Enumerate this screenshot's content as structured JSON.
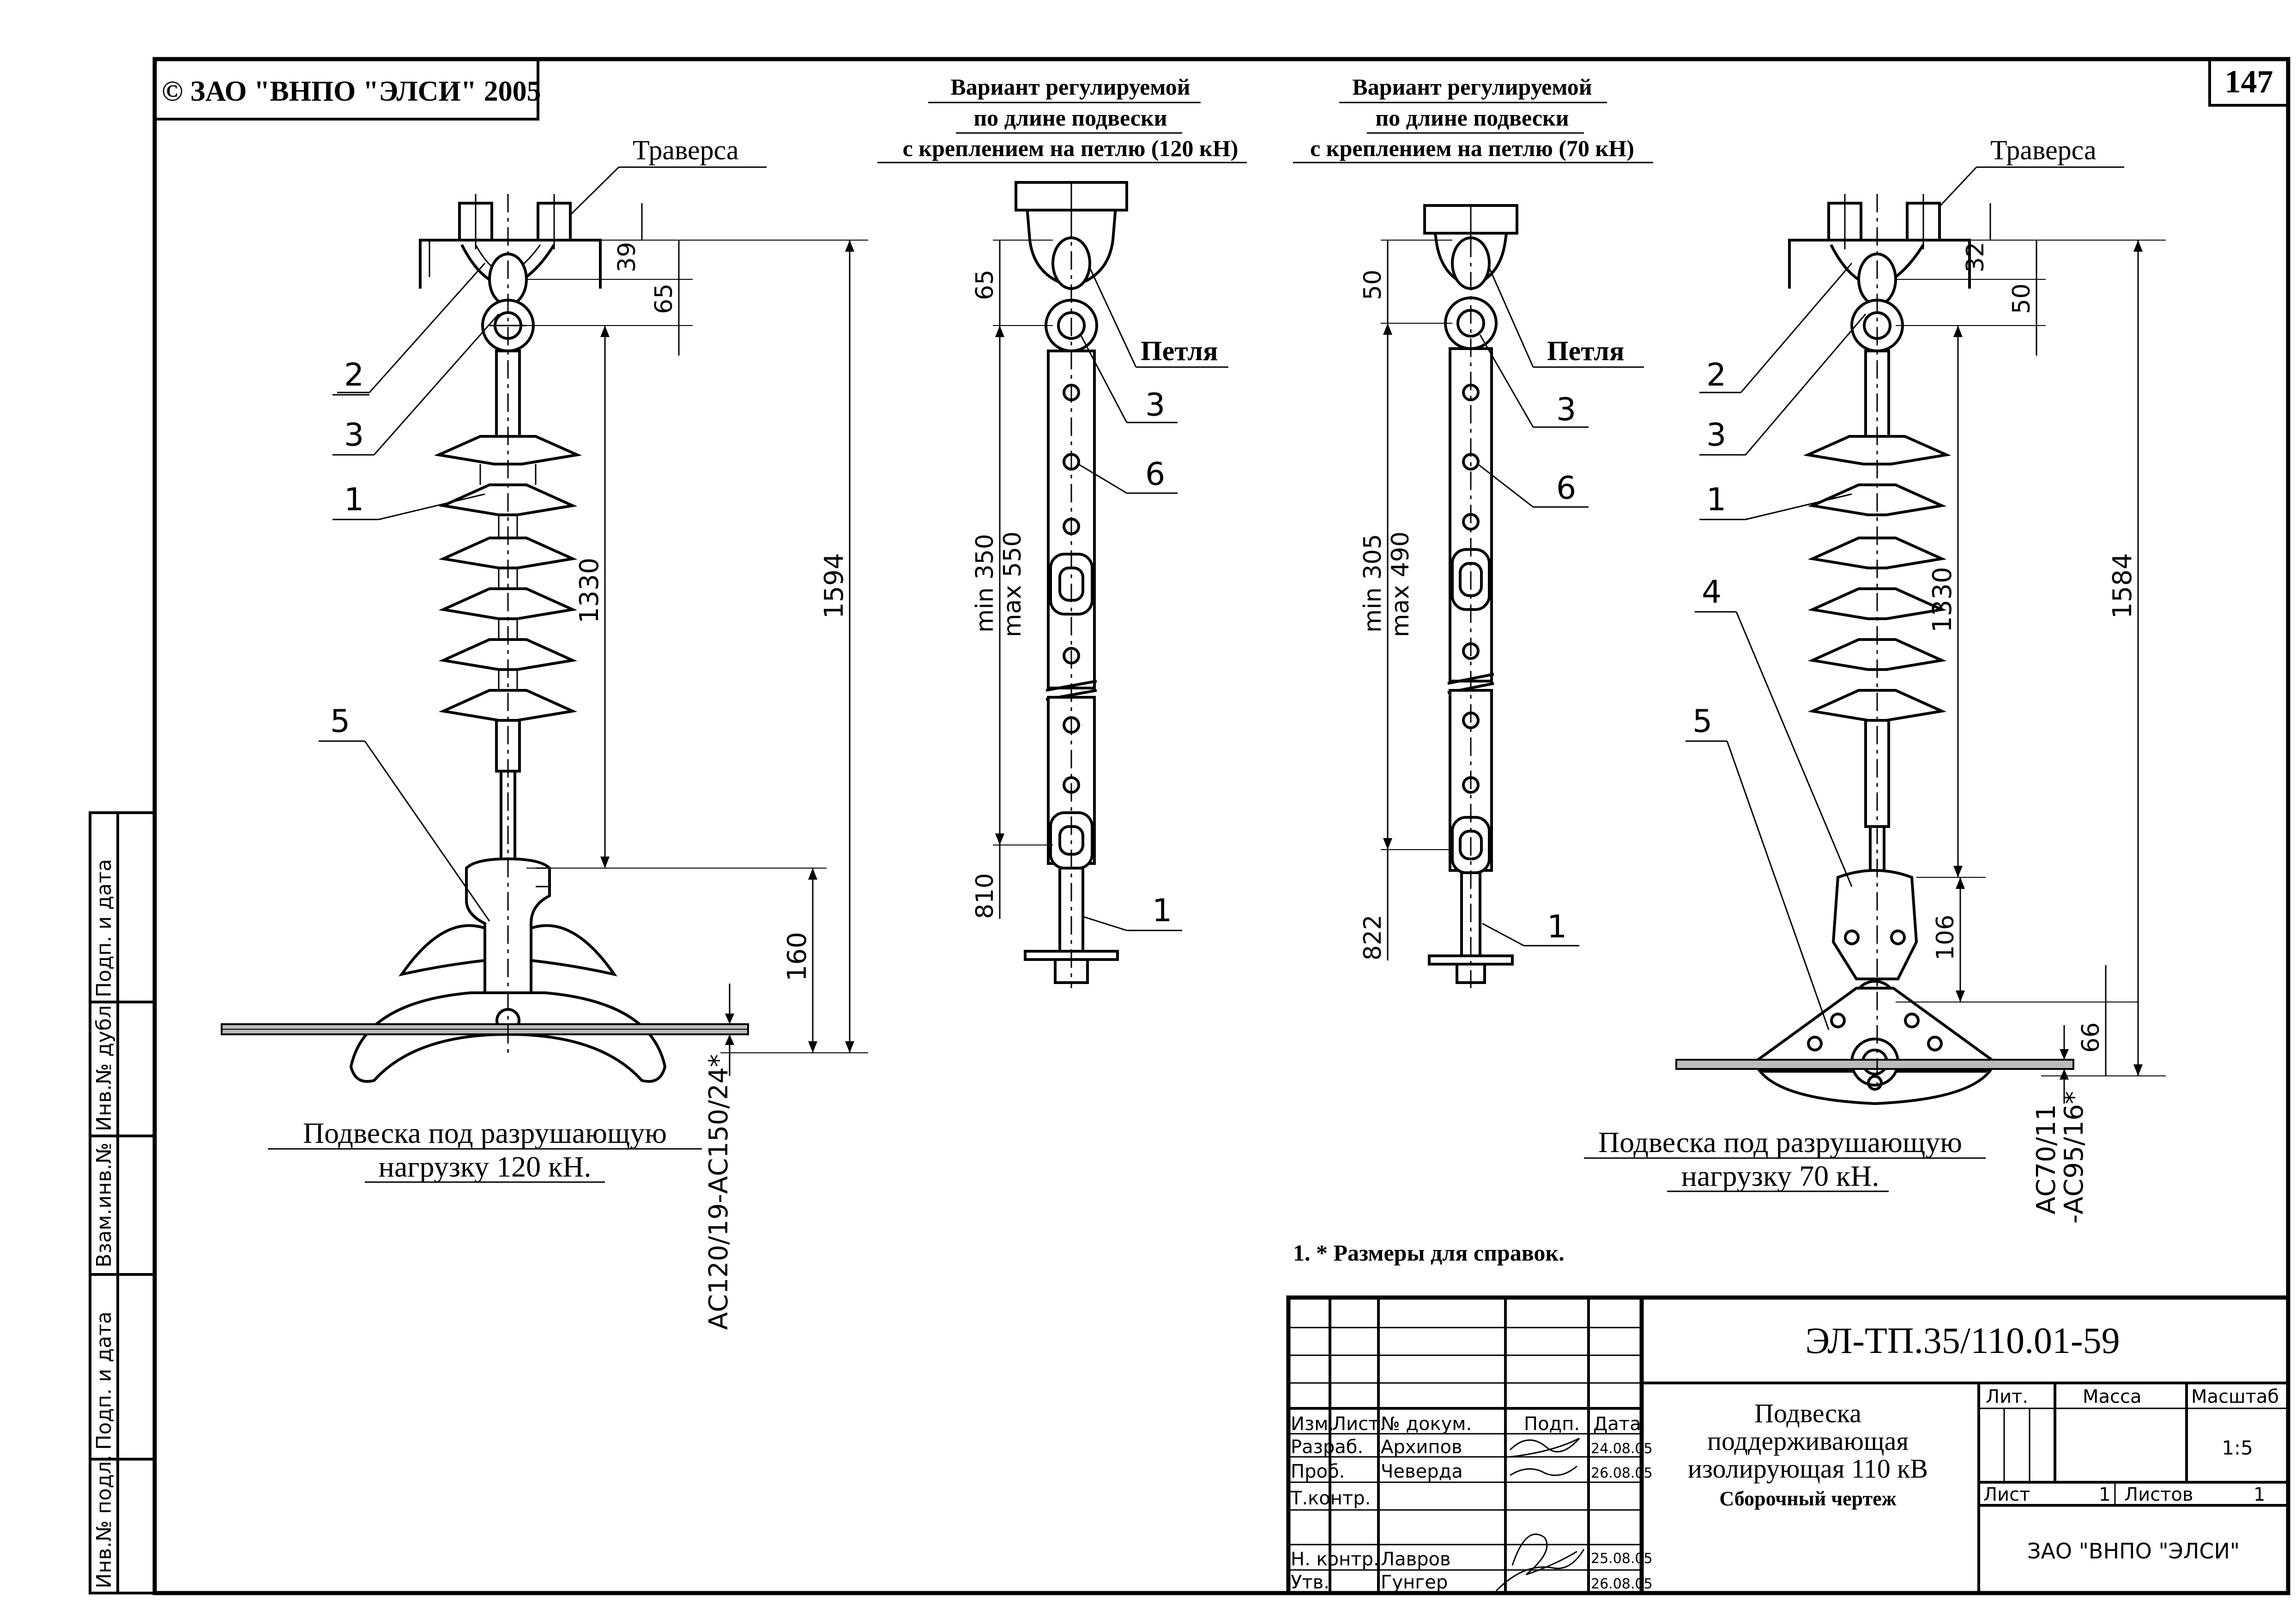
{
  "sheet": {
    "copyright": "© ЗАО \"ВНПО \"ЭЛСИ\" 2005",
    "page_number": "147"
  },
  "left_view": {
    "traverse_label": "Траверса",
    "callouts": [
      "2",
      "3",
      "1",
      "5"
    ],
    "dimensions": {
      "top1": "39",
      "top2": "65",
      "mid": "1330",
      "total": "1594",
      "bottom": "160"
    },
    "conductor": "АС120/19-АС150/24*",
    "caption_line1": "Подвеска под разрушающую",
    "caption_line2": "нагрузку 120 кН."
  },
  "variant_120": {
    "title_line1": "Вариант регулируемой",
    "title_line2": "по длине подвески",
    "title_line3": "с креплением на петлю (120 кН)",
    "loop_label": "Петля",
    "callouts": [
      "3",
      "6",
      "1"
    ],
    "dim_top": "65",
    "dim_min": "min 350",
    "dim_max": "max 550",
    "dim_bottom": "810"
  },
  "variant_70": {
    "title_line1": "Вариант регулируемой",
    "title_line2": "по длине подвески",
    "title_line3": "с креплением на петлю (70 кН)",
    "loop_label": "Петля",
    "callouts": [
      "3",
      "6",
      "1"
    ],
    "dim_top": "50",
    "dim_min": "min 305",
    "dim_max": "max 490",
    "dim_bottom": "822"
  },
  "right_view": {
    "traverse_label": "Траверса",
    "callouts": [
      "2",
      "3",
      "1",
      "4",
      "5"
    ],
    "dimensions": {
      "top1": "32",
      "top2": "50",
      "mid": "1330",
      "total": "1584",
      "lower": "106",
      "bottom": "66"
    },
    "conductor_line1": "АС70/11",
    "conductor_line2": "-АС95/16*",
    "caption_line1": "Подвеска под разрушающую",
    "caption_line2": "нагрузку 70 кН."
  },
  "note": "1. * Размеры для справок.",
  "side_stamp": [
    "Инв.№ подл.",
    "Подп. и дата",
    "Взам.инв.№",
    "Инв.№ дубл.",
    "Подп. и дата"
  ],
  "title_block": {
    "doc_code": "ЭЛ-ТП.35/110.01-59",
    "title_line1": "Подвеска",
    "title_line2": "поддерживающая",
    "title_line3": "изолирующая 110 кВ",
    "subtitle": "Сборочный чертеж",
    "col_headers": [
      "Изм.",
      "Лист",
      "№ докум.",
      "Подп.",
      "Дата"
    ],
    "rows": [
      {
        "role": "Разраб.",
        "name": "Архипов",
        "date": "24.08.05"
      },
      {
        "role": "Проб.",
        "name": "Чеверда",
        "date": "26.08.05"
      },
      {
        "role": "Т.контр.",
        "name": "",
        "date": ""
      },
      {
        "role": "Н. контр.",
        "name": "Лавров",
        "date": "25.08.05"
      },
      {
        "role": "Утв.",
        "name": "Гунгер",
        "date": "26.08.05"
      }
    ],
    "lit_label": "Лит.",
    "mass_label": "Масса",
    "scale_label": "Масштаб",
    "scale_value": "1:5",
    "sheet_label": "Лист",
    "sheet_value": "1",
    "sheets_label": "Листов",
    "sheets_value": "1",
    "organization": "ЗАО \"ВНПО \"ЭЛСИ\""
  }
}
